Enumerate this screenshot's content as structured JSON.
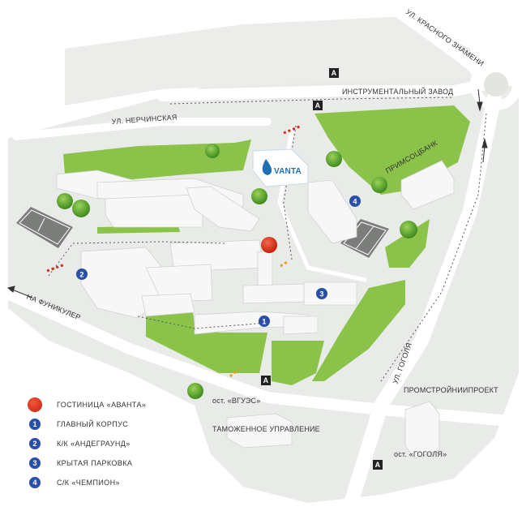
{
  "streets": {
    "krasnogo_znameni": "УЛ. КРАСНОГО ЗНАМЕНИ",
    "instrumentalny": "ИНСТРУМЕНТАЛЬНЫЙ ЗАВОД",
    "nerchinskaya": "УЛ. НЕРЧИНСКАЯ",
    "funikuler": "НА ФУНИКУЛЕР",
    "gogolya": "УЛ. ГОГОЛЯ"
  },
  "places": {
    "primsotsbank": "ПРИМСОЦБАНК",
    "promstroy": "ПРОМСТРОЙНИИПРОЕКТ",
    "tamozhnya": "ТАМОЖЕННОЕ УПРАВЛЕНИЕ",
    "stop_vguas": "ост. «ВГУЭС»",
    "stop_gogolya": "ост. «ГОГОЛЯ»",
    "logo": "VANTA",
    "bus_stop_letter": "A"
  },
  "markers": {
    "m1": "1",
    "m2": "2",
    "m3": "3",
    "m4": "4"
  },
  "legend": [
    {
      "marker": "red",
      "number": "",
      "label": "ГОСТИНИЦА «АВАНТА»"
    },
    {
      "marker": "blue",
      "number": "1",
      "label": "ГЛАВНЫЙ КОРПУС"
    },
    {
      "marker": "blue",
      "number": "2",
      "label": "К/К «АНДЕГРАУНД»"
    },
    {
      "marker": "blue",
      "number": "3",
      "label": "КРЫТАЯ ПАРКОВКА"
    },
    {
      "marker": "blue",
      "number": "4",
      "label": "С/К «ЧЕМПИОН»"
    }
  ],
  "colors": {
    "ground": "#e9ebe8",
    "green": "#8bc34a",
    "building": "#f7f7f7",
    "road": "#ffffff",
    "marker_blue": "#2a4fa8",
    "hotel_red": "#d9341b"
  }
}
